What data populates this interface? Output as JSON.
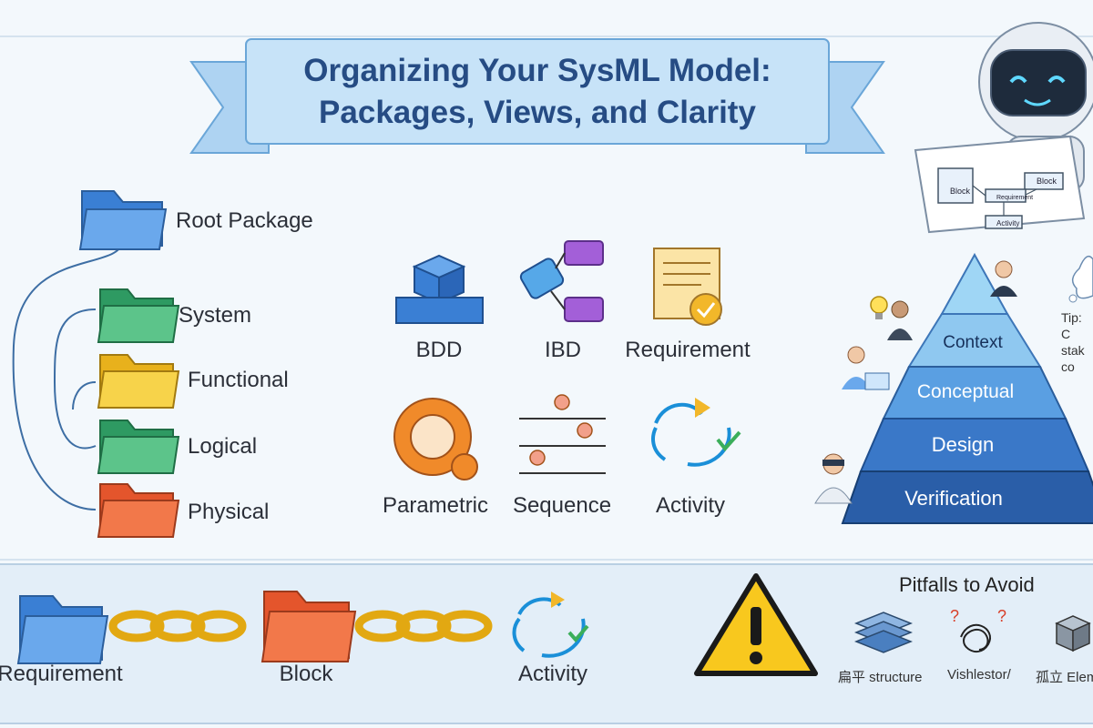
{
  "title": {
    "line1": "Organizing Your SysML Model:",
    "line2": "Packages, Views, and Clarity"
  },
  "package_tree": {
    "root": "Root Package",
    "children": [
      "System",
      "Functional",
      "Logical",
      "Physical"
    ],
    "colors": [
      "#3bae72",
      "#f2c230",
      "#45a569",
      "#ef6a3c"
    ],
    "root_color": "#4a8fe0"
  },
  "diagram_types": {
    "row1": [
      "BDD",
      "IBD",
      "Requirement"
    ],
    "row2": [
      "Parametric",
      "Sequence",
      "Activity"
    ]
  },
  "pyramid": {
    "levels": [
      "Context",
      "Conceptual",
      "Design",
      "Verification"
    ],
    "tip": "Tip: C stak co"
  },
  "robot_map": {
    "labels": [
      "Block",
      "Block",
      "Requirement",
      "Activity"
    ]
  },
  "traceability": {
    "items": [
      "Requirement",
      "Block",
      "Activity"
    ]
  },
  "pitfalls": {
    "heading": "Pitfalls to Avoid",
    "items": [
      "扁平 structure",
      "Vishlestor/",
      "孤立 Elem"
    ]
  }
}
